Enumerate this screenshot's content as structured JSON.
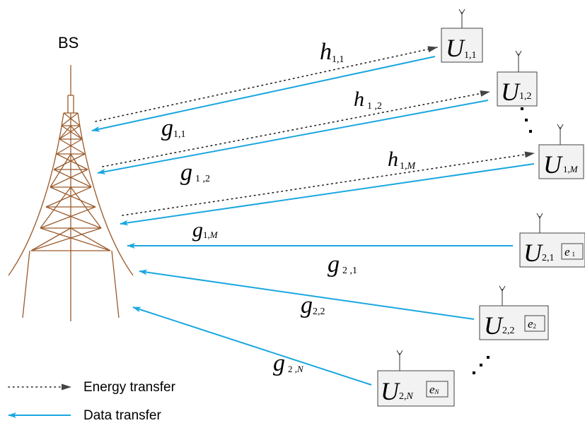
{
  "bs_label": "BS",
  "legend": {
    "energy": "Energy transfer",
    "data": "Data transfer"
  },
  "colors": {
    "data_line": "#1aa7e0",
    "energy_line": "#222222",
    "tower": "#9a5a2b"
  },
  "users": [
    {
      "main": "U",
      "sub": "1,1"
    },
    {
      "main": "U",
      "sub": "1,2"
    },
    {
      "main": "U",
      "sub": "1,",
      "sub_italic": "M"
    },
    {
      "main": "U",
      "sub": "2,1",
      "e_main": "e",
      "e_sub": "1"
    },
    {
      "main": "U",
      "sub": "2,2",
      "e_main": "e",
      "e_sub": "2"
    },
    {
      "main": "U",
      "sub": "2,",
      "sub_italic": "N",
      "e_main": "e",
      "e_sub": "N"
    }
  ],
  "energy_labels": [
    {
      "main": "h",
      "sub": "1,1"
    },
    {
      "main": "h",
      "sub": "1 ,2"
    },
    {
      "main": "h",
      "sub": "1,",
      "sub_italic": "M"
    }
  ],
  "data_labels": [
    {
      "main": "g",
      "sub": "1,1"
    },
    {
      "main": "g",
      "sub": "1 ,2"
    },
    {
      "main": "g",
      "sub": "1,",
      "sub_italic": "M"
    },
    {
      "main": "g",
      "sub": "2 ,1"
    },
    {
      "main": "g",
      "sub": "2,2"
    },
    {
      "main": "g",
      "sub": "2 ,",
      "sub_italic": "N"
    }
  ]
}
